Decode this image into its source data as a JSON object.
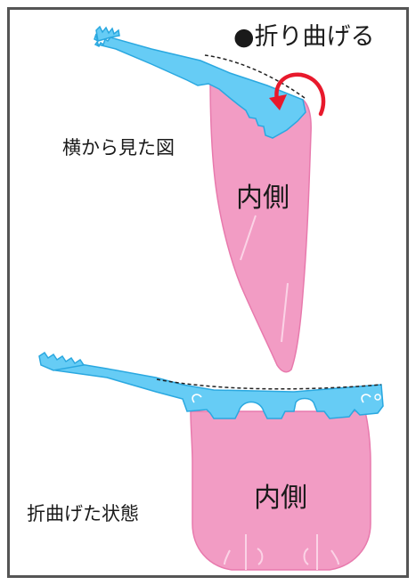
{
  "labels": {
    "instruction": "●折り曲げる",
    "side_view": "横から見た図",
    "inside_top": "内側",
    "folded_state": "折曲げた状態",
    "inside_bottom": "内側"
  },
  "colors": {
    "band_blue": "#66ccf5",
    "band_outline": "#2aa8e0",
    "mask_pink": "#f29cc4",
    "mask_outline": "#e87aad",
    "arrow_red": "#e8192c",
    "frame_gray": "#555555"
  },
  "icons": {
    "fold_arrow": "curved-arrow-icon"
  }
}
